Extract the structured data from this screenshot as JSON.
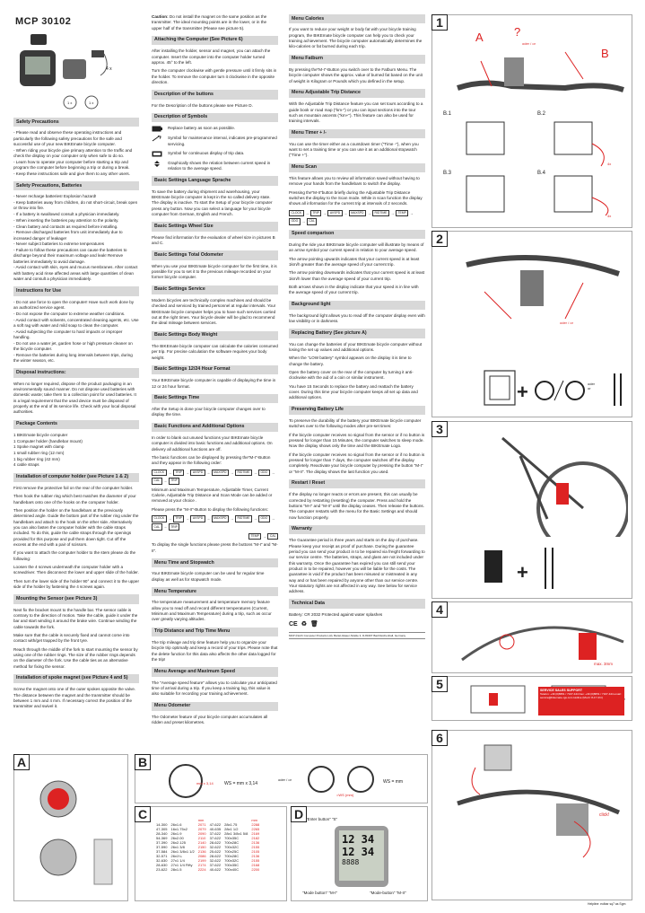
{
  "title": "MCP 30102",
  "product_labels": {
    "four_x": "4 x",
    "one_x_a": "1 x",
    "one_x_b": "1 x"
  },
  "col1": {
    "safety_head": "Safety Precautions",
    "safety_list": [
      "- Please read and observe these operating instructions and particularly the following safety precautions for the safe and successful use of your new BIKEmate bicycle computer.",
      "- When riding your bicycle give primary attention to the traffic and check the display on your computer only when safe to do so.",
      "- Learn how to operate your computer before starting a trip and program the computer before beginning a trip or during a break.",
      "- Keep these instructions safe and give them to any other users."
    ],
    "safety_head2": "Safety Precautions, Batteries",
    "battery_list": [
      "- Never recharge batteries! Explosion hazard!",
      "- Keep batteries away from children, do not short-circuit, break open or throw into fire.",
      "- If a battery is swallowed consult a physician immediately.",
      "- When inserting the batteries pay attention to the polarity.",
      "- Clean battery and contacts as required before installing.",
      "- Remove discharged batteries from unit immediately due to increased danger of leakage!",
      "- Never subject batteries to extreme temperatures",
      "- Failure to follow these precautions can cause the batteries to discharge beyond their maximum voltage and leak! Remove batteries immediately to avoid damage.",
      "- Avoid contact with skin, eyes and mucus membranes. After contact with battery acid rinse affected areas with large quantities of clean water and consult a physician immediately."
    ],
    "use_head": "Instructions for Use",
    "use_list": [
      "- Do not use force to open the computer! Have such work done by an authorized service agent.",
      "- Do not expose the computer to extreme weather conditions.",
      "- Avoid contact with solvents, concentrated cleaning agents, etc. Use a soft rag with water and mild soap to clean the computer.",
      "- Avoid subjecting the computer to hard impacts or improper handling.",
      "- Do not use a water jet, garden hose or high pressure cleaner on the bicycle computer.",
      "- Remove the batteries during long intervals between trips, during the winter season, etc."
    ],
    "disposal_head": "Disposal instructions:",
    "disposal_text": "When no longer required, dispose of the product packaging in an environmentally sound manner. Do not dispose used batteries with domestic waste; take them to a collection point for used batteries. It is a legal requirement that the used device must be disposed of properly at the end of its service life. Check with your local disposal authorities.",
    "pkg_head": "Package Contents",
    "pkg_list": [
      "1 BIKEmate bicycle computer",
      "1 Computer holder (handlebar mount)",
      "1 Spoke magnet with clamp",
      "1 small rubber ring (12 mm)",
      "1 big rubber ring (42 mm)",
      "4 cable straps"
    ],
    "install_head": "Installation of computer holder (see Picture 1 & 2)",
    "install_paras": [
      "First remove the protective foil on the rear of the computer holder.",
      "Then hook the rubber ring which best matches the diameter of your handlebars onto one of the hooks on the computer holder.",
      "Then position the holder on the handlebars at the previously determined angle. Guide the bottom part of the rubber ring under the handlebars and attach to the hook on the other side. Alternatively you can also fasten the computer holder with the cable straps included. To do this, guide the cable straps through the openings provided for this purpose and pull them down tight. Cut off the excess at the end with a pair of scissors.",
      "If you want to attach the computer holder to the stem please do the following:",
      "Loosen the 4 screws underneath the computer holder with a screwdriver. Then disconnect the lower and upper slide of the holder.",
      "Then turn the lower side of the holder 90° and connect it to the upper side of the holder by fastening the 4 screws again."
    ],
    "sensor_head": "Mounting the Sensor (see Picture 3)",
    "sensor_paras": [
      "Next fix the bracket mount to the handle bar. The sensor cable is contrary to the direction of motion. Take the cable, guide it under the bar and start winding it around the brake wire. Continue winding the cable towards the fork.",
      "Make sure that the cable is securely fixed and cannot come into contact with/get trapped by the front tyre.",
      "Reach through the middle of the fork to start mounting the sensor by using one of the rubber rings. The size of the rubber rings depends on the diameter of the fork. Use the cable ties as an alternative method for fixing the sensor."
    ],
    "magnet_head": "Installation of spoke magnet (see Picture 4 and 5)",
    "magnet_text": "Screw the magnet onto one of the outer spokes opposite the valve. The distance between the magnet and the transmitter should be between 1 mm and 4 mm. If necessary correct the position of the transmitter and swivel it."
  },
  "col2": {
    "caution": "Caution:",
    "caution_text": " Do not install the magnet on the same position as the transmitter. The ideal mounting points are in the lower, or in the upper half of the transmitter (Please see picture 5).",
    "attach_head": "Attaching the Computer (See Picture 6)",
    "attach_paras": [
      "After installing the holder, sensor and magnet, you can attach the computer. Insert the computer into the computer holder turned approx. 45° to the left.",
      "Turn the computer clockwise with gentle pressure until it firmly sits in the holder. To remove the computer turn it clockwise in the opposite direction."
    ],
    "buttons_head": "Description of the buttons",
    "buttons_text": "For the Description of the buttons please see Picture D.",
    "symbols_head": "Description of Symbols",
    "symbols": [
      "Replace battery as soon as possible.",
      "Symbol for maintenance interval, indicates pre-programmed servicing.",
      "Symbol for continuous display of trip data.",
      "Graphically shows the relation between current speed in relation to the average speed."
    ],
    "lang_head": "Basic Settings Language Sprache",
    "lang_text": "To save the battery during shipment and warehousing, your BIKEmate bicycle computer is kept in the so called delivery state. The display is inactive. To start the Setup of your bicycle computer press any button. Now you can select a language for your bicycle computer from German, English and French.",
    "wheel_head": "Basic Settings Wheel Size",
    "wheel_text": "Please find information for the evaluation of wheel size in pictures B and C.",
    "odo_head": "Basic Settings Total Odometer",
    "odo_text": "When you use your BIKEmate bicycle computer for the first time, it is possible for you to set it to the previous mileage recorded on your former bicycle computer.",
    "service_head": "Basic Settings Service",
    "service_text": "Modern bicycles are technically complex machines and should be checked and serviced by trained personnel at regular intervals. Your BIKEmate bicycle computer helps you to have such services carried out at the right times. Your bicycle dealer will be glad to recommend the ideal mileage between services.",
    "weight_head": "Basic Settings Body Weight",
    "weight_text": "The BIKEmate bicycle computer can calculate the calories consumed per trip. For precise calculation the software requires your body weight.",
    "hour_head": "Basic Settings 12/24 Hour Format",
    "hour_text": "Your BIKEmate bicycle computer is capable of displaying the time in 12 or 24 hour format.",
    "time_head": "Basic Settings Time",
    "time_text": "After the Setup is done your bicycle computer changes over to display the time.",
    "func_head": "Basic Functions and Additional Options",
    "func_paras": [
      "In order to blank out unused functions your BIKEmate bicycle computer is divided into basic functions and additional options. On delivery all additional functions are off.",
      "The basic functions can be displayed by pressing the\"M-I\"-Button and they appear in the following order:"
    ],
    "flow1": [
      "CLOCK",
      "TRIP",
      "AVSPD",
      "MAXSPD",
      "RIDTIME",
      "ODO",
      "CAL",
      "TRIP"
    ],
    "func_text2": "Minimum and Maximum Temperature, Adjustable Timer, Current Calorie, Adjustable Trip Distance and Scan Mode can be added or removed at your choice .",
    "func_text3": "Please press the \"M-II\"-Button to display the following functions:",
    "flow2": [
      "CLOCK",
      "TRIP",
      "AVSPD",
      "MAXSPD",
      "RIDTIME",
      "ODO",
      "CAL",
      "TRIP"
    ],
    "flow2b": [
      "TEMP",
      "CAL"
    ],
    "func_text4": "To display the single functions please press the buttons \"M-I\" and \"M-II\".",
    "stop_head": "Menu Time and Stopwatch",
    "stop_text": "Your BIKEmate bicycle computer can be used for regular time display as well as for stopwatch mode.",
    "temp_head": "Menu Temperature",
    "temp_text": "The temperature measurement and temperature memory feature allow you to read off and record different temperatures (Current, Minimum and Maximum Temperature) during a trip, such as occur over greatly varying altitudes.",
    "tripd_head": "Trip Distance and Trip Time Menu",
    "tripd_text": "The trip mileage and trip time feature help you to organize your bicycle trip optimally and keep a record of your trips. Please note that the delete function for this data also affects the other data logged for the trip!",
    "avg_head": "Menu Average and Maximum Speed",
    "avg_text": "The \"Average speed feature\" allows you to calculate your anticipated time of arrival during a trip. If you keep a training log, this value is also suitable for recording your training achievement.",
    "odom_head": "Menu Odometer",
    "odom_text": "The Odometer feature of your bicycle computer accumulates all ridden and preset kilometres."
  },
  "col3": {
    "cal_head": "Menu Calories",
    "cal_text": "If you want to reduce your weight or body fat with your bicycle training program, the BIKEmate bicycle computer can help you to check your training achievement. The bicycle computer automatically determines the kilo-calories or fat burned during each trip.",
    "fat_head": "Menu Fatburn",
    "fat_text": "By pressing the\"M-I\"-Button you switch over to the Fatburn Menu. The bicycle computer shows the approx. value of burned fat based on the unit of weight in Kilogram or Pounds which you defined in the setup.",
    "adj_head": "Menu Adjustable Trip Distance",
    "adj_text": "With the Adjustable Trip Distance feature you can set tours according to a guide book or road map (\"km-\") or you can input sections into the tour such as mountain ascents (\"km+\"). This feature can also be used for training intervals.",
    "timer_head": "Menu Timer + /-",
    "timer_text": "You can use the timer either as a countdown timer (\"Time -\"), when you want to set a training time or you can use it as an additional stopwatch (\"Time +\").",
    "scan_head": "Menu Scan",
    "scan_text1": "This feature allows you to review all information saved without having to remove your hands from the handlebars to switch the display.",
    "scan_text2": "Pressing the\"M-II\"button briefly during the Adjustable Trip Distance switches the display to the Scan mode. While in scan function the display shows all information for the current trip at intervals of 2 seconds.",
    "flow3": [
      "CLOCK",
      "TRIP",
      "AVSPD",
      "MAXSPD",
      "RIDTIME",
      "TEMP",
      "ODO",
      "CAL"
    ],
    "cmp_head": "Speed comparison",
    "cmp_paras": [
      "During the ride your BIKEmate bicycle computer will illustrate by means of an arrow symbol your current speed in relation to your average speed.",
      "The arrow pointing upwards indicates that your current speed is at least 1km/h greater than the average speed of your current trip.",
      "The arrow pointing downwards indicates that your current speed is at least 1km/h lower than the average speed of your current trip.",
      "Both arrows shown in the display indicate that your speed is in line with the average speed of your current trip."
    ],
    "bg_head": "Background light",
    "bg_text": "The background light allows you to read off the computer display even with low visibility or in darkness.",
    "rb_head": "Replacing Battery (See picture A)",
    "rb_paras": [
      "You can change the batteries of your BIKEmate bicycle computer without losing the set up values and additional options.",
      "When the \"LOW battery\" symbol appears on the display it is time to change the battery.",
      "Open the battery cover on the rear of the computer by turning it anti-clockwise with the aid of a coin or similar instrument.",
      "You have 15 Seconds to replace the battery and reattach the battery cover. During this time your bicycle computer keeps all set up data and additional options."
    ],
    "pbl_head": "Preserving Battery Life",
    "pbl_paras": [
      "To preserve the durability of the battery your BIKEmate bicycle computer switches over to the following modes after pre-set times:",
      "If the bicycle computer receives no signal from the sensor or if no button is pressed for longer than 15 Minutes, the computer switches to sleep mode. Now the display shows only the time and the BIKEmate Logo.",
      "If the bicycle computer receives no signal from the sensor or if no button is pressed for longer than 7 days, the computer switches off the display completely. Reactivate your bicycle computer by pressing the button \"M-I\" or \"M-II\". The display shows the last function you used."
    ],
    "rr_head": "Restart / Reset",
    "rr_text": "If the display no longer reacts or errors are present, this can usually be corrected by restarting (resetting) the computer. Press and hold the buttons \"M-I\" and \"M-II\" until the display ceases. Then release the buttons. The computer restarts with the menu for the Basic Settings and should now function properly.",
    "war_head": "Warranty",
    "war_text": "The Guarantee period is three years and starts on the day of purchase. Please keep your receipt as proof of purchase. During the guarantee period you can send your product in to be repaired via freight forwarding to our service centre. The batteries, straps, and glass are not included under this warranty. Once the guarantee has expired you can still send your product in to be repaired, however you will be liable for the costs. The guarantee is void if the product has been misused or mistreated in any way and or has been repaired by anyone other than our service centre. Your statutory rights are not affected in any way. See below for service address.",
    "tech_head": "Technical Data",
    "tech_text": "Battery: CR 2032 Protected against water splashes",
    "footer_addr": "MCP (North Computer Products Ltd), Bartel-Glaser-Straße 3, D-83407 Bad Reichenhall, Germany"
  },
  "pictures": {
    "p1": "1",
    "p2": "2",
    "p3": "3",
    "p4": "4",
    "p5": "5",
    "p6": "6",
    "pa": "A",
    "pb": "B",
    "pc": "C",
    "pd": "D",
    "label_a": "A",
    "label_b": "B",
    "label_q": "?",
    "oder_or": "oder / or",
    "b1": "B.1",
    "b2": "B.2",
    "b3": "B.3",
    "b4": "B.4",
    "fourx": "4x",
    "oder_or2": "oder / or",
    "oder_or_small": "oder\nor",
    "oder_or5": "oder / or",
    "max_mm": "max. 3mm",
    "click": "click!",
    "helpline": "Helpline: eolbar sq7 as Sgm",
    "wheel_ws1": "WS = mm",
    "wheel_314": "mm x 3,14",
    "wheel_ws2": "WS = mm x 3,14",
    "oder_or_b": "oder / or",
    "ws_mm": "WS = mm",
    "ws_box": "=WS (mm)",
    "enter_s": "\"Enter button\" \"S\"",
    "mode_m1": "\"Mode button\" \"M-I\"",
    "mode_m2": "\"Mode-button\" \"M-II\"",
    "lcd_top": "12 34",
    "lcd_mid": "12 34",
    "lcd_bot": "8888",
    "warn_box_head": "SERVICE SALES SUPPORT",
    "warn_box_lines": "Telefon: +49 (0)8651 / 7167-444 Fax: +49 (0)8651 / 7167-444 email: service@bikemate-rgs.com Hotline (Mo-Fr 8-17 Uhr)",
    "tyre_cols": [
      "",
      "mm",
      "",
      "mm"
    ],
    "tyre_rows": [
      [
        "14-300",
        "26x1.6",
        "2071",
        "47-622",
        "28x1.75",
        "2288"
      ],
      [
        "47-305",
        "16x1.75x2",
        "2079",
        "40-635",
        "28x1 1/2",
        "2265"
      ],
      [
        "28-340",
        "26x1.9",
        "2090",
        "37-622",
        "28x1 3/8x1 5/8",
        "2169"
      ],
      [
        "54-369",
        "26x2.00",
        "2110",
        "37-622",
        "700x35C",
        "2182"
      ],
      [
        "37-390",
        "26x2.125",
        "2140",
        "28-622",
        "700x28C",
        "2136"
      ],
      [
        "37-590",
        "26x1 3/8",
        "2150",
        "32-622",
        "700x32C",
        "2155"
      ],
      [
        "37-584",
        "26x1 3/8x1 1/2",
        "2136",
        "25-622",
        "700x25C",
        "2105"
      ],
      [
        "32-571",
        "26x1¼",
        "2086",
        "28-622",
        "700x28C",
        "2136"
      ],
      [
        "32-630",
        "27x1 1/4",
        "2199",
        "32-622",
        "700x32C",
        "2155"
      ],
      [
        "28-630",
        "27x1 1/4 Fifty",
        "2174",
        "37-622",
        "700x35C",
        "2168"
      ],
      [
        "23-622",
        "28x1.5",
        "2224",
        "40-622",
        "700x40C",
        "2200"
      ]
    ]
  }
}
